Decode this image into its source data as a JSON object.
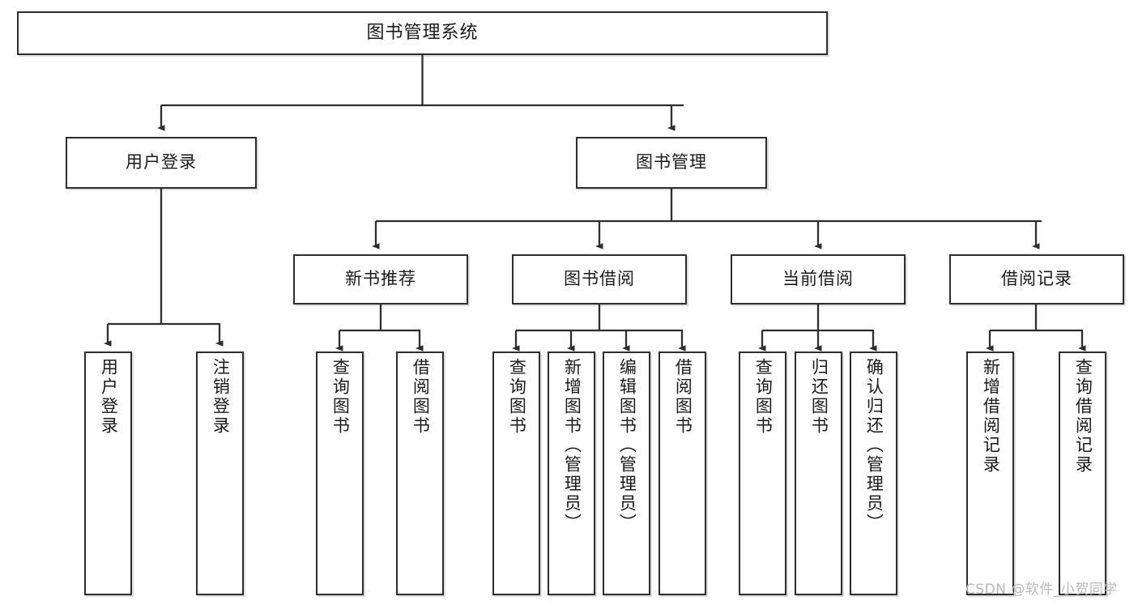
{
  "diagram": {
    "type": "tree-hierarchy-chart",
    "title": "图书管理系统",
    "root": {
      "label": "图书管理系统"
    },
    "level2": [
      {
        "label": "用户登录"
      },
      {
        "label": "图书管理"
      }
    ],
    "level3": [
      {
        "label": "新书推荐"
      },
      {
        "label": "图书借阅"
      },
      {
        "label": "当前借阅"
      },
      {
        "label": "借阅记录"
      }
    ],
    "leaves": [
      {
        "label": "用户登录"
      },
      {
        "label": "注销登录"
      },
      {
        "label": "查询图书"
      },
      {
        "label": "借阅图书"
      },
      {
        "label": "查询图书"
      },
      {
        "label": "新增图书（管理员）"
      },
      {
        "label": "编辑图书（管理员）"
      },
      {
        "label": "借阅图书"
      },
      {
        "label": "查询图书"
      },
      {
        "label": "归还图书"
      },
      {
        "label": "确认归还（管理员）"
      },
      {
        "label": "新增借阅记录"
      },
      {
        "label": "查询借阅记录"
      }
    ]
  },
  "watermark": {
    "text": "CSDN @软件_小贺同学"
  },
  "colors": {
    "stroke": "#2e2e2e",
    "fill": "#ffffff",
    "text": "#1b1b1b",
    "watermark": "#b9b9b9"
  }
}
